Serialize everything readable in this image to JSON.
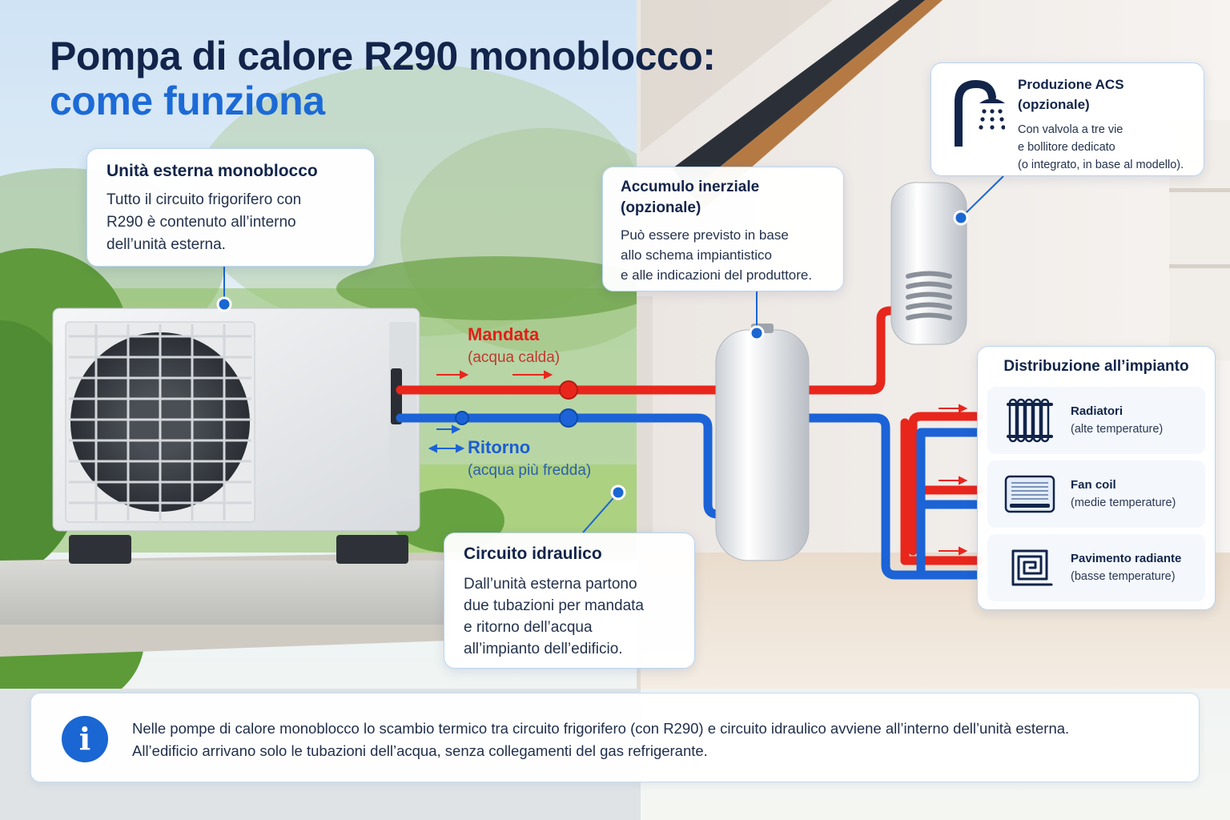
{
  "title": {
    "line1": "Pompa di calore R290 monoblocco:",
    "line2": "come funziona"
  },
  "outdoor_unit": {
    "heading": "Unità esterna monoblocco",
    "text": "Tutto il circuito frigorifero con\nR290 è contenuto all’interno\ndell’unità esterna."
  },
  "buffer_tank": {
    "heading": "Accumulo inerziale\n(opzionale)",
    "text": "Può essere previsto in base\nallo schema impiantistico\ne alle indicazioni del produttore."
  },
  "dhw": {
    "heading": "Produzione ACS\n(opzionale)",
    "text": "Con valvola a tre vie\ne bollitore dedicato\n(o integrato, in base al modello).",
    "icon": "shower-icon"
  },
  "flow": {
    "supply_label": "Mandata",
    "supply_sub": "(acqua calda)",
    "return_label": "Ritorno",
    "return_sub": "(acqua più fredda)"
  },
  "hydraulic": {
    "heading": "Circuito idraulico",
    "text": "Dall’unità esterna partono\ndue tubazioni per mandata\ne ritorno dell’acqua\nall’impianto dell’edificio."
  },
  "distribution": {
    "heading": "Distribuzione all’impianto",
    "items": [
      {
        "name": "Radiatori",
        "desc": "(alte temperature)",
        "icon": "radiator-icon"
      },
      {
        "name": "Fan coil",
        "desc": "(medie temperature)",
        "icon": "fan-coil-icon"
      },
      {
        "name": "Pavimento radiante",
        "desc": "(basse temperature)",
        "icon": "underfloor-heating-icon"
      }
    ]
  },
  "info": {
    "icon": "info-icon",
    "line1": "Nelle pompe di calore monoblocco lo scambio termico tra circuito frigorifero (con R290) e circuito idraulico avviene all’interno dell’unità esterna.",
    "line2": "All’edificio arrivano solo le tubazioni dell’acqua, senza collegamenti del gas refrigerante."
  },
  "colors": {
    "title_dark": "#12244a",
    "title_accent": "#1c6ad6",
    "supply_pipe": "#e8261c",
    "return_pipe": "#1b63d6",
    "card_border": "#b9d3f2"
  }
}
